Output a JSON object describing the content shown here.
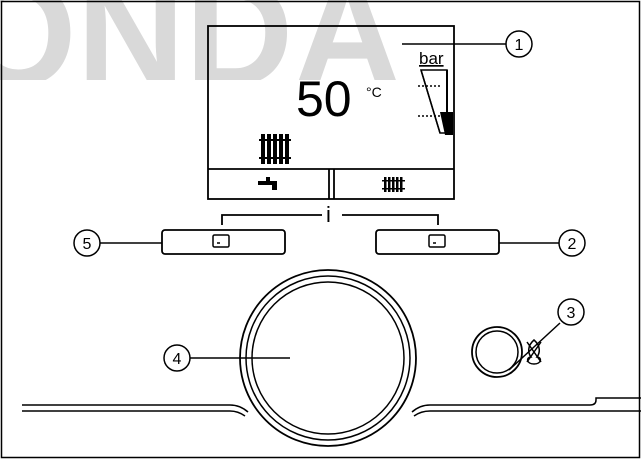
{
  "watermark": {
    "text": "ONDA"
  },
  "display": {
    "temperature_value": "50",
    "temperature_unit": "°C",
    "pressure_unit": "bar",
    "softkey_left_icon": "tap-icon",
    "softkey_right_icon": "radiator-icon",
    "status_icon": "radiator-icon"
  },
  "info_label": "i",
  "callouts": {
    "c1": "1",
    "c2": "2",
    "c3": "3",
    "c4": "4",
    "c5": "5"
  },
  "icons": {
    "flame": "flame-icon",
    "button_glyph": "softkey-glyph"
  },
  "colors": {
    "line": "#000000",
    "watermark": "#d9d9d9",
    "background": "#ffffff"
  }
}
